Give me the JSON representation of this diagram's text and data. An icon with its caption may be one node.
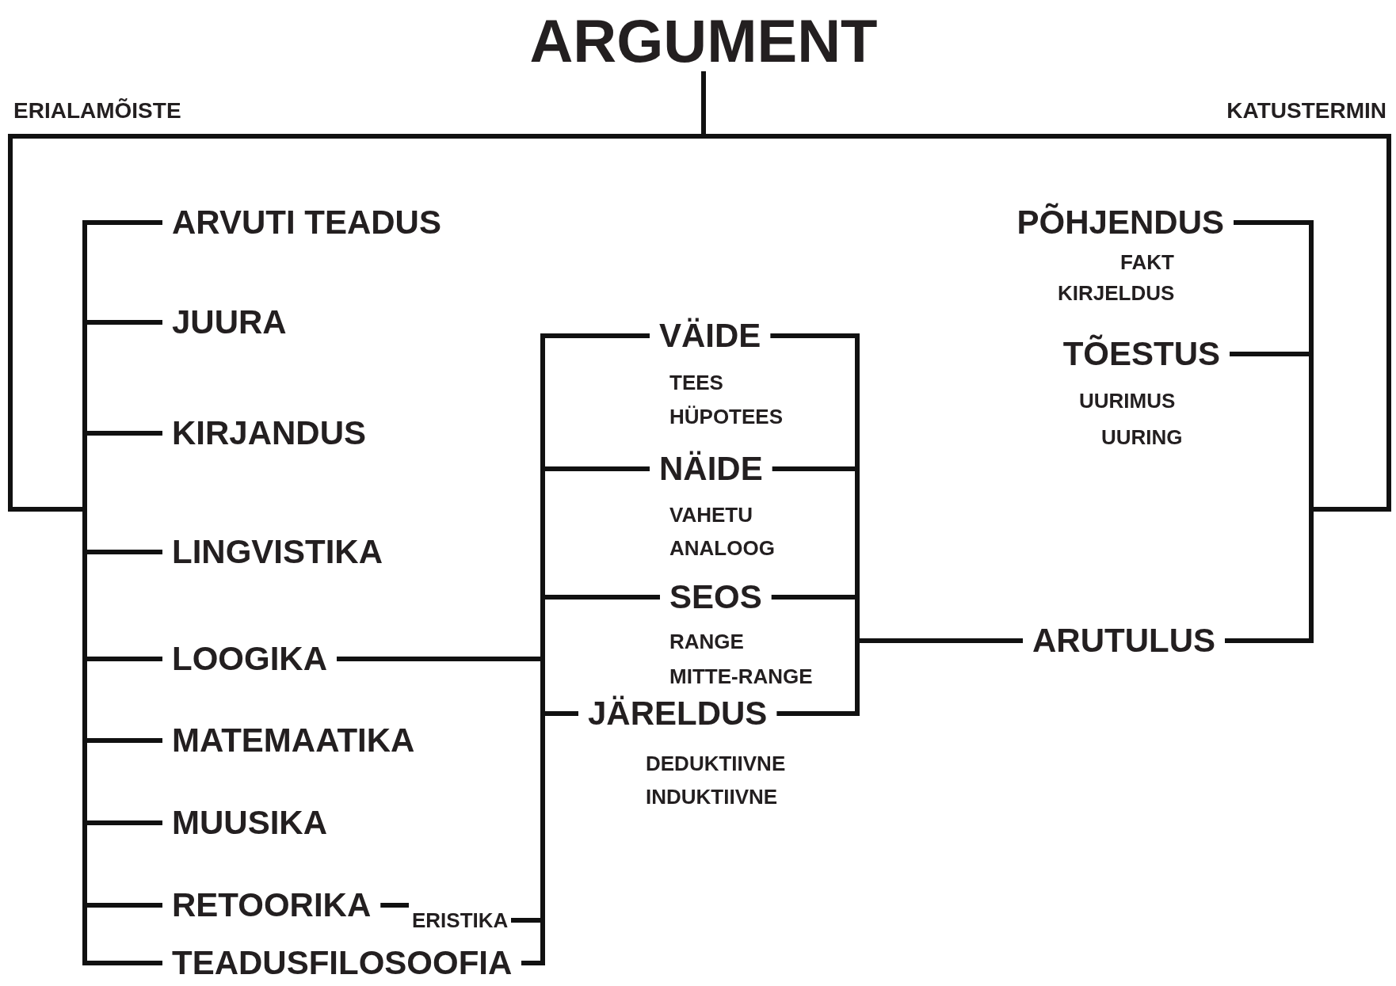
{
  "diagram": {
    "nodes": [
      {
        "text": [
          "ARGUMENT"
        ]
      },
      {
        "text": [
          "ARVUTI TEADUS"
        ]
      },
      {
        "text": [
          "JUURA"
        ]
      },
      {
        "text": [
          "KIRJANDUS"
        ]
      },
      {
        "text": [
          "LINGVISTIKA"
        ]
      },
      {
        "text": [
          "LOOGIKA"
        ]
      },
      {
        "text": [
          "MATEMAATIKA"
        ]
      },
      {
        "text": [
          "MUUSIKA"
        ]
      },
      {
        "text": [
          "RETOORIKA"
        ]
      },
      {
        "text": [
          "ERISTIKA"
        ]
      },
      {
        "text": [
          "TEADUSFILOSOOFIA"
        ]
      },
      {
        "text": [
          "VÄIDE"
        ],
        "beside": [
          "TEES",
          "HÜPOTEES"
        ]
      },
      {
        "text": [
          "NÄIDE"
        ],
        "beside": [
          "VAHETU",
          "ANALOOG"
        ]
      },
      {
        "text": [
          "SEOS"
        ],
        "beside": [
          "RANGE",
          "MITTE-RANGE"
        ]
      },
      {
        "text": [
          "JÄRELDUS"
        ],
        "beside": [
          "DEDUKTIIVNE",
          "INDUKTIIVNE"
        ]
      },
      {
        "text": [
          "PÕHJENDUS"
        ],
        "beside": [
          "FAKT",
          "KIRJELDUS"
        ]
      },
      {
        "text": [
          "TÕESTUS"
        ],
        "beside": [
          "UURIMUS",
          "UURING"
        ]
      },
      {
        "text": [
          "ARUTULUS"
        ]
      }
    ],
    "edges": [
      {
        "from": 0,
        "to": 1,
        "arrow": "none"
      },
      {
        "from": 0,
        "to": 2,
        "arrow": "none"
      },
      {
        "from": 0,
        "to": 3,
        "arrow": "none"
      },
      {
        "from": 0,
        "to": 4,
        "arrow": "none"
      },
      {
        "from": 0,
        "to": 5,
        "arrow": "none"
      },
      {
        "from": 0,
        "to": 6,
        "arrow": "none"
      },
      {
        "from": 0,
        "to": 7,
        "arrow": "none"
      },
      {
        "from": 0,
        "to": 8,
        "arrow": "none"
      },
      {
        "from": 0,
        "to": 10,
        "arrow": "none"
      },
      {
        "from": 0,
        "to": 15,
        "arrow": "none"
      },
      {
        "from": 0,
        "to": 16,
        "arrow": "none"
      },
      {
        "from": 0,
        "to": 17,
        "arrow": "none"
      },
      {
        "from": 8,
        "to": 9,
        "arrow": "none"
      },
      {
        "from": 5,
        "to": 11,
        "arrow": "none"
      },
      {
        "from": 5,
        "to": 12,
        "arrow": "none"
      },
      {
        "from": 5,
        "to": 13,
        "arrow": "none"
      },
      {
        "from": 5,
        "to": 14,
        "arrow": "none"
      },
      {
        "from": 9,
        "to": 11,
        "arrow": "none"
      },
      {
        "from": 9,
        "to": 12,
        "arrow": "none"
      },
      {
        "from": 9,
        "to": 13,
        "arrow": "none"
      },
      {
        "from": 9,
        "to": 14,
        "arrow": "none"
      },
      {
        "from": 10,
        "to": 11,
        "arrow": "none"
      },
      {
        "from": 10,
        "to": 12,
        "arrow": "none"
      },
      {
        "from": 10,
        "to": 13,
        "arrow": "none"
      },
      {
        "from": 10,
        "to": 14,
        "arrow": "none"
      },
      {
        "from": 11,
        "to": 17,
        "arrow": "none"
      },
      {
        "from": 12,
        "to": 17,
        "arrow": "none"
      },
      {
        "from": 13,
        "to": 17,
        "arrow": "none"
      },
      {
        "from": 14,
        "to": 17,
        "arrow": "none"
      }
    ],
    "labels": [
      "ERIALAMÕISTE",
      "KATUSTERMIN"
    ]
  }
}
